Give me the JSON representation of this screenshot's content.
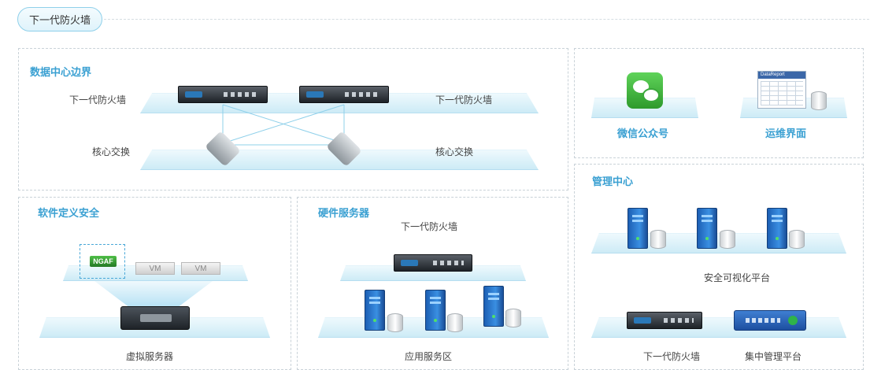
{
  "header": {
    "tab_label": "下一代防火墙"
  },
  "dc_border": {
    "title": "数据中心边界",
    "fw_label_left": "下一代防火墙",
    "fw_label_right": "下一代防火墙",
    "sw_label_left": "核心交换",
    "sw_label_right": "核心交换"
  },
  "apps": {
    "wechat_label": "微信公众号",
    "ops_label": "运维界面",
    "report_header": "DataReport"
  },
  "sds": {
    "title": "软件定义安全",
    "ngaf_label": "NGAF",
    "vm1_label": "VM",
    "vm2_label": "VM",
    "bottom_label": "虚拟服务器"
  },
  "hw": {
    "title": "硬件服务器",
    "fw_label": "下一代防火墙",
    "bottom_label": "应用服务区"
  },
  "mgmt_center": {
    "title": "管理中心",
    "platform_label": "安全可视化平台",
    "fw_label": "下一代防火墙",
    "central_label": "集中管理平台"
  }
}
